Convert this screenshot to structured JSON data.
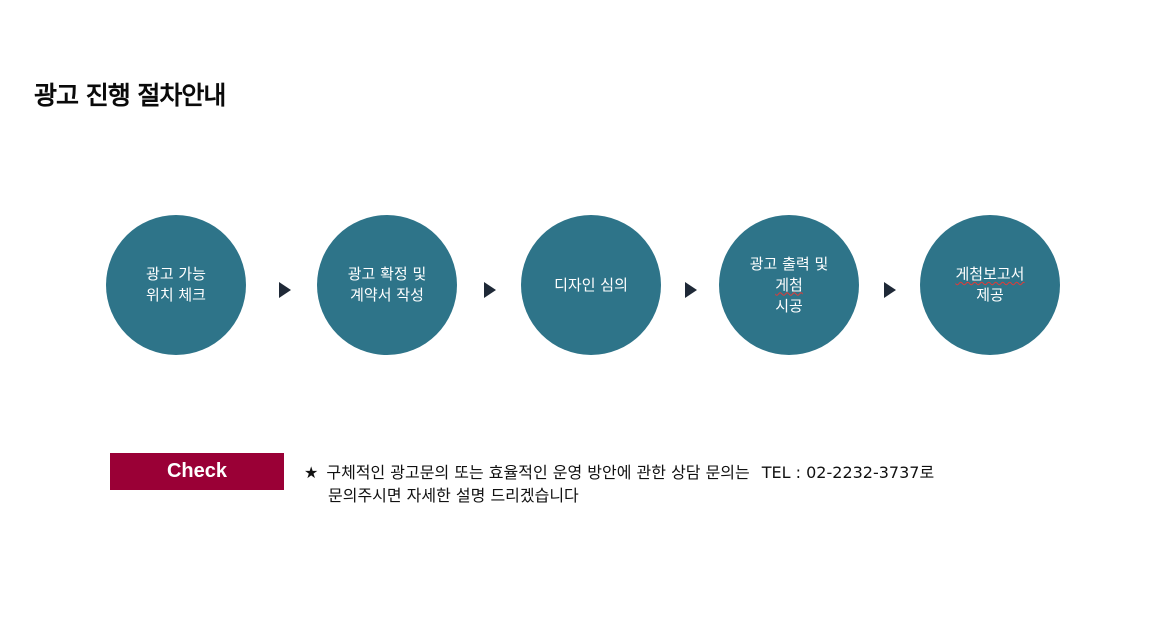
{
  "page": {
    "title": "광고 진행 절차안내"
  },
  "steps": [
    {
      "line1": "광고 가능",
      "line2": "위치 체크"
    },
    {
      "line1": "광고 확정 및",
      "line2": "계약서 작성"
    },
    {
      "line1": "디자인 심의",
      "line2": ""
    },
    {
      "line1": "광고 출력 및",
      "line2_a": "게첨",
      "line2_b": " 시공"
    },
    {
      "line1": "게첨보고서",
      "line2": "제공"
    }
  ],
  "check": {
    "label": "Check"
  },
  "notice": {
    "star": "★",
    "line1": "구체적인 광고문의 또는 효율적인 운영 방안에 관한  상담 문의는",
    "tel": "TEL : 02-2232-3737로",
    "line2": "문의주시면 자세한 설명 드리겠습니다"
  },
  "colors": {
    "step_circle": "#2e7489",
    "check_badge": "#9a0036",
    "arrow": "#1f2937"
  }
}
